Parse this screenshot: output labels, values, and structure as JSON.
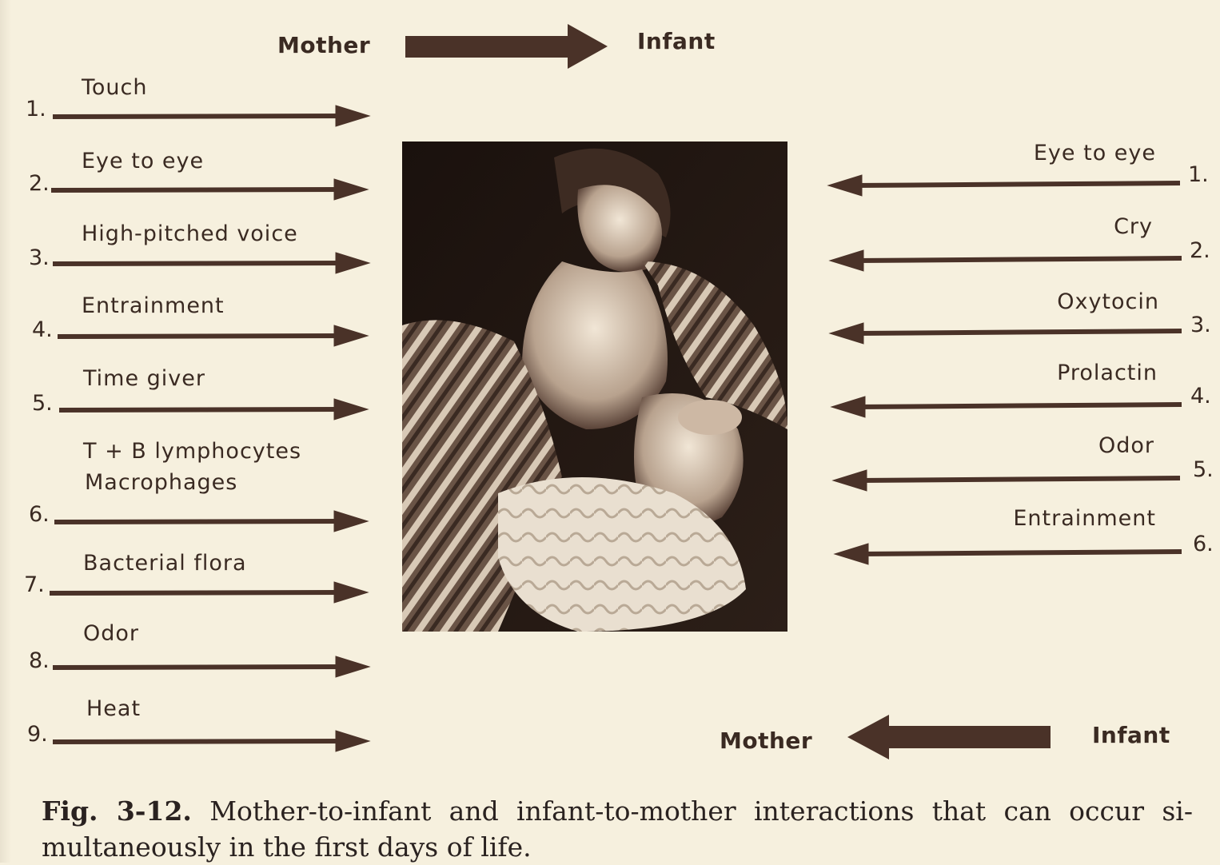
{
  "header": {
    "left": "Mother",
    "right": "Infant"
  },
  "footer": {
    "left": "Mother",
    "right": "Infant"
  },
  "mother_to_infant": [
    {
      "num": "1.",
      "label": "Touch"
    },
    {
      "num": "2.",
      "label": "Eye to eye"
    },
    {
      "num": "3.",
      "label": "High-pitched voice"
    },
    {
      "num": "4.",
      "label": "Entrainment"
    },
    {
      "num": "5.",
      "label": "Time giver"
    },
    {
      "num": "6.",
      "label": "T + B lymphocytes",
      "label2": "Macrophages"
    },
    {
      "num": "7.",
      "label": "Bacterial flora"
    },
    {
      "num": "8.",
      "label": "Odor"
    },
    {
      "num": "9.",
      "label": "Heat"
    }
  ],
  "infant_to_mother": [
    {
      "num": "1.",
      "label": "Eye to eye"
    },
    {
      "num": "2.",
      "label": "Cry"
    },
    {
      "num": "3.",
      "label": "Oxytocin"
    },
    {
      "num": "4.",
      "label": "Prolactin"
    },
    {
      "num": "5.",
      "label": "Odor"
    },
    {
      "num": "6.",
      "label": "Entrainment"
    }
  ],
  "caption": {
    "figure": "Fig. 3-12.",
    "text": "Mother-to-infant and infant-to-mother interactions that can occur si-multaneously in the first days of life."
  },
  "colors": {
    "ink": "#3a2a22",
    "paper": "#f6f0de",
    "arrow": "#4a3228"
  },
  "photo": {
    "icon": "mother-breastfeeding-infant-photo"
  }
}
